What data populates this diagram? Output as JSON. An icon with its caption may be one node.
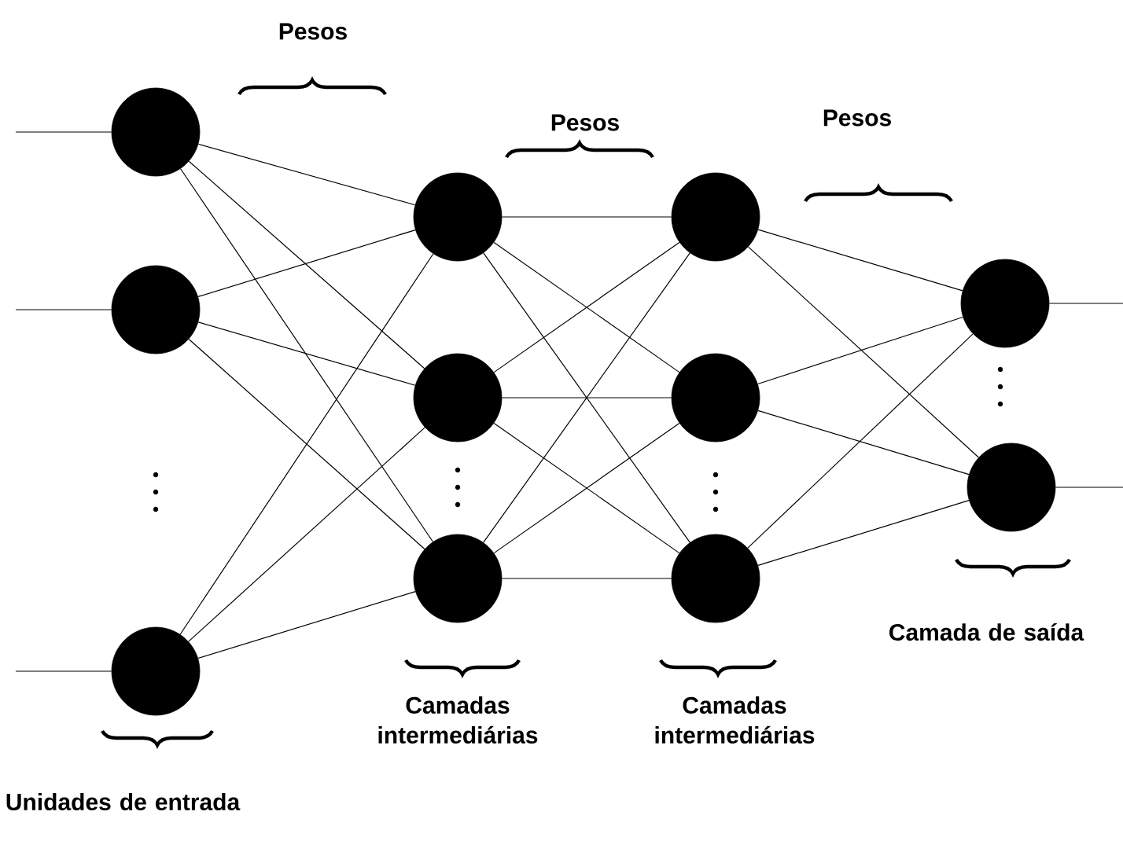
{
  "diagram": {
    "nodes": [
      {
        "text": [],
        "shape": "circle"
      },
      {
        "text": [],
        "shape": "circle"
      },
      {
        "text": [],
        "shape": "circle"
      },
      {
        "text": [],
        "shape": "circle"
      },
      {
        "text": [],
        "shape": "circle"
      },
      {
        "text": [],
        "shape": "circle"
      },
      {
        "text": [],
        "shape": "circle"
      },
      {
        "text": [],
        "shape": "circle"
      },
      {
        "text": [],
        "shape": "circle"
      },
      {
        "text": [],
        "shape": "circle"
      },
      {
        "text": [],
        "shape": "circle"
      }
    ],
    "edges": [
      {
        "from": null,
        "to": 0,
        "arrow": "none"
      },
      {
        "from": null,
        "to": 1,
        "arrow": "none"
      },
      {
        "from": null,
        "to": 2,
        "arrow": "none"
      },
      {
        "from": 0,
        "to": 3,
        "arrow": "none"
      },
      {
        "from": 0,
        "to": 4,
        "arrow": "none"
      },
      {
        "from": 0,
        "to": 5,
        "arrow": "none"
      },
      {
        "from": 1,
        "to": 3,
        "arrow": "none"
      },
      {
        "from": 1,
        "to": 4,
        "arrow": "none"
      },
      {
        "from": 1,
        "to": 5,
        "arrow": "none"
      },
      {
        "from": 2,
        "to": 3,
        "arrow": "none"
      },
      {
        "from": 2,
        "to": 4,
        "arrow": "none"
      },
      {
        "from": 2,
        "to": 5,
        "arrow": "none"
      },
      {
        "from": 3,
        "to": 6,
        "arrow": "none"
      },
      {
        "from": 3,
        "to": 7,
        "arrow": "none"
      },
      {
        "from": 3,
        "to": 8,
        "arrow": "none"
      },
      {
        "from": 4,
        "to": 6,
        "arrow": "none"
      },
      {
        "from": 4,
        "to": 7,
        "arrow": "none"
      },
      {
        "from": 4,
        "to": 8,
        "arrow": "none"
      },
      {
        "from": 5,
        "to": 6,
        "arrow": "none"
      },
      {
        "from": 5,
        "to": 7,
        "arrow": "none"
      },
      {
        "from": 5,
        "to": 8,
        "arrow": "none"
      },
      {
        "from": 6,
        "to": 9,
        "arrow": "none"
      },
      {
        "from": 6,
        "to": 10,
        "arrow": "none"
      },
      {
        "from": 7,
        "to": 9,
        "arrow": "none"
      },
      {
        "from": 7,
        "to": 10,
        "arrow": "none"
      },
      {
        "from": 8,
        "to": 9,
        "arrow": "none"
      },
      {
        "from": 8,
        "to": 10,
        "arrow": "none"
      },
      {
        "from": 9,
        "to": null,
        "arrow": "none"
      },
      {
        "from": 10,
        "to": null,
        "arrow": "none"
      }
    ],
    "labels": [
      "Pesos",
      "Pesos",
      "Pesos",
      "Camada de saída",
      "Unidades de entrada",
      "Camadas intermediárias",
      "Camadas intermediárias"
    ]
  }
}
